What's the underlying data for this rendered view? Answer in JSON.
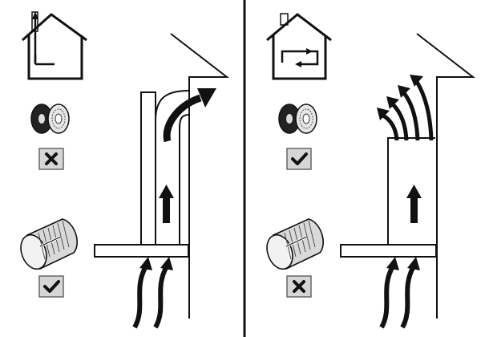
{
  "panels": [
    {
      "mode": "extraction",
      "house_icon": "house-with-exhaust-duct-icon",
      "charcoal_filter": {
        "icon": "charcoal-filter-pair-icon",
        "status": "not-required",
        "mark": "cross"
      },
      "flexible_duct": {
        "icon": "flexible-duct-icon",
        "status": "required",
        "mark": "check"
      },
      "airflow": "single-curved-arrow-out-through-wall-duct"
    },
    {
      "mode": "recirculation",
      "house_icon": "house-with-recirculation-loop-icon",
      "charcoal_filter": {
        "icon": "charcoal-filter-pair-icon",
        "status": "required",
        "mark": "check"
      },
      "flexible_duct": {
        "icon": "flexible-duct-icon",
        "status": "not-required",
        "mark": "cross"
      },
      "airflow": "fan-of-arrows-back-into-room"
    }
  ],
  "colors": {
    "ink": "#111111",
    "paper": "#ffffff",
    "filter_gray": "#cfcfcf",
    "box_border": "#555555"
  }
}
